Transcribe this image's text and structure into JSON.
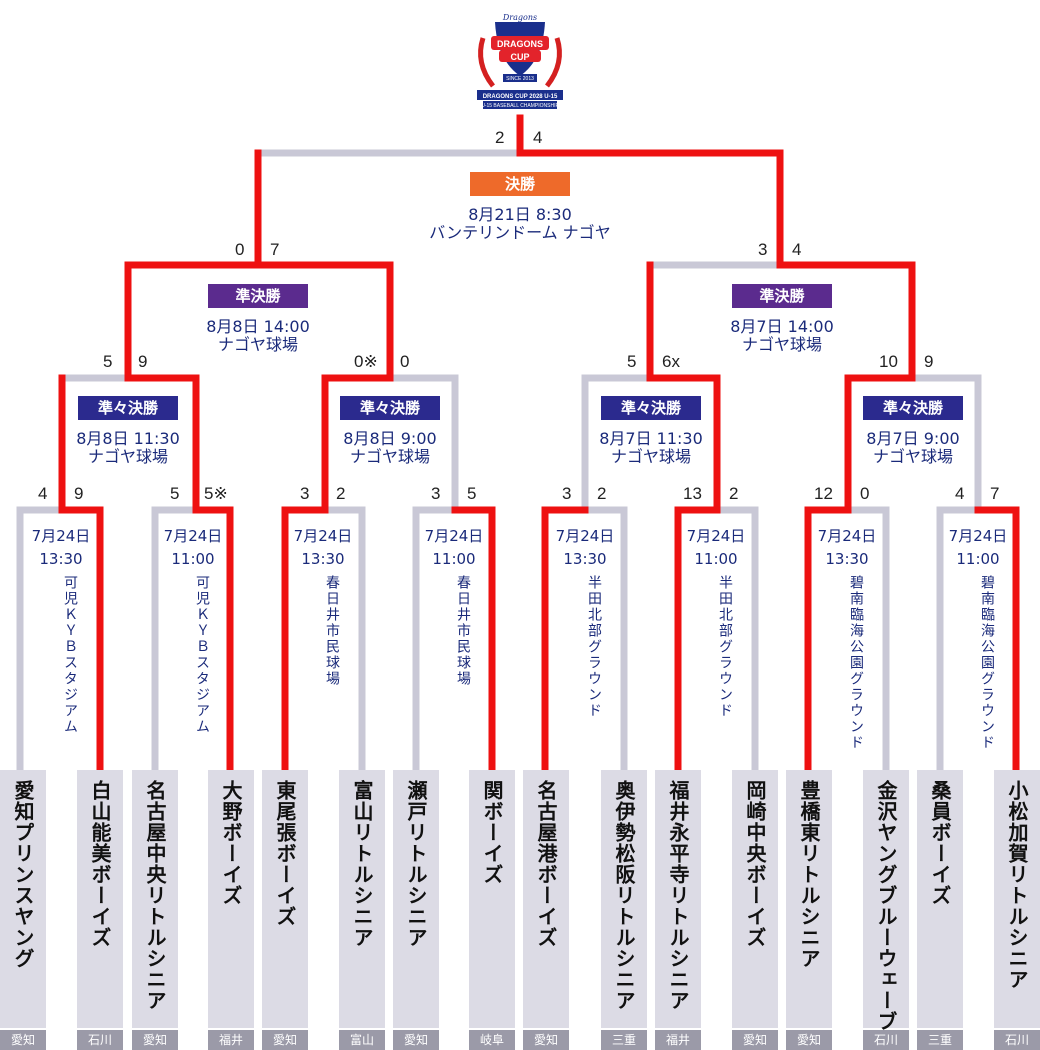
{
  "header": {
    "logo_lines": [
      "Dragons",
      "DRAGONS",
      "CUP",
      "SINCE 2013",
      "DRAGONS CUP 2028 U-15",
      "U-15 BASEBALL CHAMPIONSHIP"
    ]
  },
  "colors": {
    "win": "#ee1111",
    "lose": "#c9c8d6",
    "final_label": "#ee6a2a",
    "semi_label": "#5b2b8e",
    "qf_label": "#2b2a8e",
    "team_bg": "#dcdbe5",
    "pref_bg": "#9b9aa8"
  },
  "final": {
    "label": "決勝",
    "date": "8月21日 8:30",
    "venue": "バンテリンドーム ナゴヤ",
    "score_left": "2",
    "score_right": "4"
  },
  "semis": [
    {
      "label": "準決勝",
      "date": "8月8日 14:00",
      "venue": "ナゴヤ球場",
      "score_left": "0",
      "score_right": "7"
    },
    {
      "label": "準決勝",
      "date": "8月7日 14:00",
      "venue": "ナゴヤ球場",
      "score_left": "3",
      "score_right": "4"
    }
  ],
  "quarters": [
    {
      "label": "準々決勝",
      "date": "8月8日 11:30",
      "venue": "ナゴヤ球場",
      "score_left": "5",
      "score_right": "9"
    },
    {
      "label": "準々決勝",
      "date": "8月8日 9:00",
      "venue": "ナゴヤ球場",
      "score_left": "0※",
      "score_right": "0"
    },
    {
      "label": "準々決勝",
      "date": "8月7日 11:30",
      "venue": "ナゴヤ球場",
      "score_left": "5",
      "score_right": "6x"
    },
    {
      "label": "準々決勝",
      "date": "8月7日 9:00",
      "venue": "ナゴヤ球場",
      "score_left": "10",
      "score_right": "9"
    }
  ],
  "round1": [
    {
      "date": "7月24日",
      "time": "13:30",
      "venue": "可児ＫＹＢスタジアム",
      "score_left": "4",
      "score_right": "9"
    },
    {
      "date": "7月24日",
      "time": "11:00",
      "venue": "可児ＫＹＢスタジアム",
      "score_left": "5",
      "score_right": "5※"
    },
    {
      "date": "7月24日",
      "time": "13:30",
      "venue": "春日井市民球場",
      "score_left": "3",
      "score_right": "2"
    },
    {
      "date": "7月24日",
      "time": "11:00",
      "venue": "春日井市民球場",
      "score_left": "3",
      "score_right": "5"
    },
    {
      "date": "7月24日",
      "time": "13:30",
      "venue": "半田北部グラウンド",
      "score_left": "3",
      "score_right": "2"
    },
    {
      "date": "7月24日",
      "time": "11:00",
      "venue": "半田北部グラウンド",
      "score_left": "13",
      "score_right": "2"
    },
    {
      "date": "7月24日",
      "time": "13:30",
      "venue": "碧南臨海公園グラウンド",
      "score_left": "12",
      "score_right": "0"
    },
    {
      "date": "7月24日",
      "time": "11:00",
      "venue": "碧南臨海公園グラウンド",
      "score_left": "4",
      "score_right": "7"
    }
  ],
  "teams": [
    {
      "name": "愛知プリンスヤング",
      "pref": "愛知"
    },
    {
      "name": "白山能美ボーイズ",
      "pref": "石川"
    },
    {
      "name": "名古屋中央リトルシニア",
      "pref": "愛知"
    },
    {
      "name": "大野ボーイズ",
      "pref": "福井"
    },
    {
      "name": "東尾張ボーイズ",
      "pref": "愛知"
    },
    {
      "name": "富山リトルシニア",
      "pref": "富山"
    },
    {
      "name": "瀬戸リトルシニア",
      "pref": "愛知"
    },
    {
      "name": "関ボーイズ",
      "pref": "岐阜"
    },
    {
      "name": "名古屋港ボーイズ",
      "pref": "愛知"
    },
    {
      "name": "奥伊勢松阪リトルシニア",
      "pref": "三重"
    },
    {
      "name": "福井永平寺リトルシニア",
      "pref": "福井"
    },
    {
      "name": "岡崎中央ボーイズ",
      "pref": "愛知"
    },
    {
      "name": "豊橋東リトルシニア",
      "pref": "愛知"
    },
    {
      "name": "金沢ヤングブルーウェーブ",
      "pref": "石川"
    },
    {
      "name": "桑員ボーイズ",
      "pref": "三重"
    },
    {
      "name": "小松加賀リトルシニア",
      "pref": "石川"
    }
  ]
}
